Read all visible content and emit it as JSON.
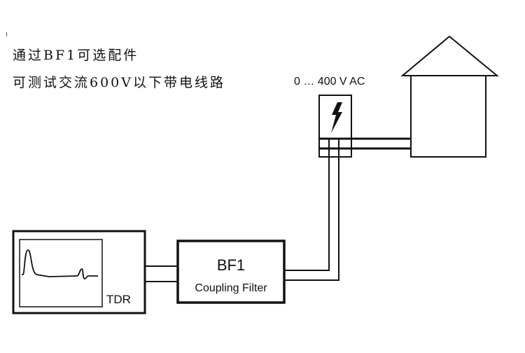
{
  "caption": {
    "line1": "通过BF1可选配件",
    "line2": "可测试交流600V以下带电线路"
  },
  "labels": {
    "voltage": "0 … 400 V AC",
    "filter_title": "BF1",
    "filter_subtitle": "Coupling Filter",
    "tdr": "TDR"
  },
  "icons": {
    "lightning": "lightning-bolt-icon",
    "house": "house-icon"
  },
  "colors": {
    "line": "#111111",
    "background": "#ffffff"
  }
}
